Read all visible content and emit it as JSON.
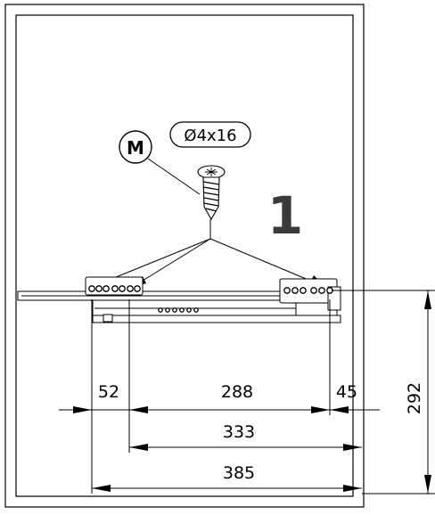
{
  "labels": {
    "fastener_code": "M",
    "screw_spec": "Ø4x16",
    "step_number": "1"
  },
  "dimensions": {
    "rear_offset": "52",
    "screw_spacing": "288",
    "front_offset": "45",
    "inner_span": "333",
    "cabinet_depth": "385",
    "runner_height": "292"
  },
  "colors": {
    "line": "#000000",
    "part_fill": "#ffffff",
    "step_fill": "#3a3a3a"
  }
}
